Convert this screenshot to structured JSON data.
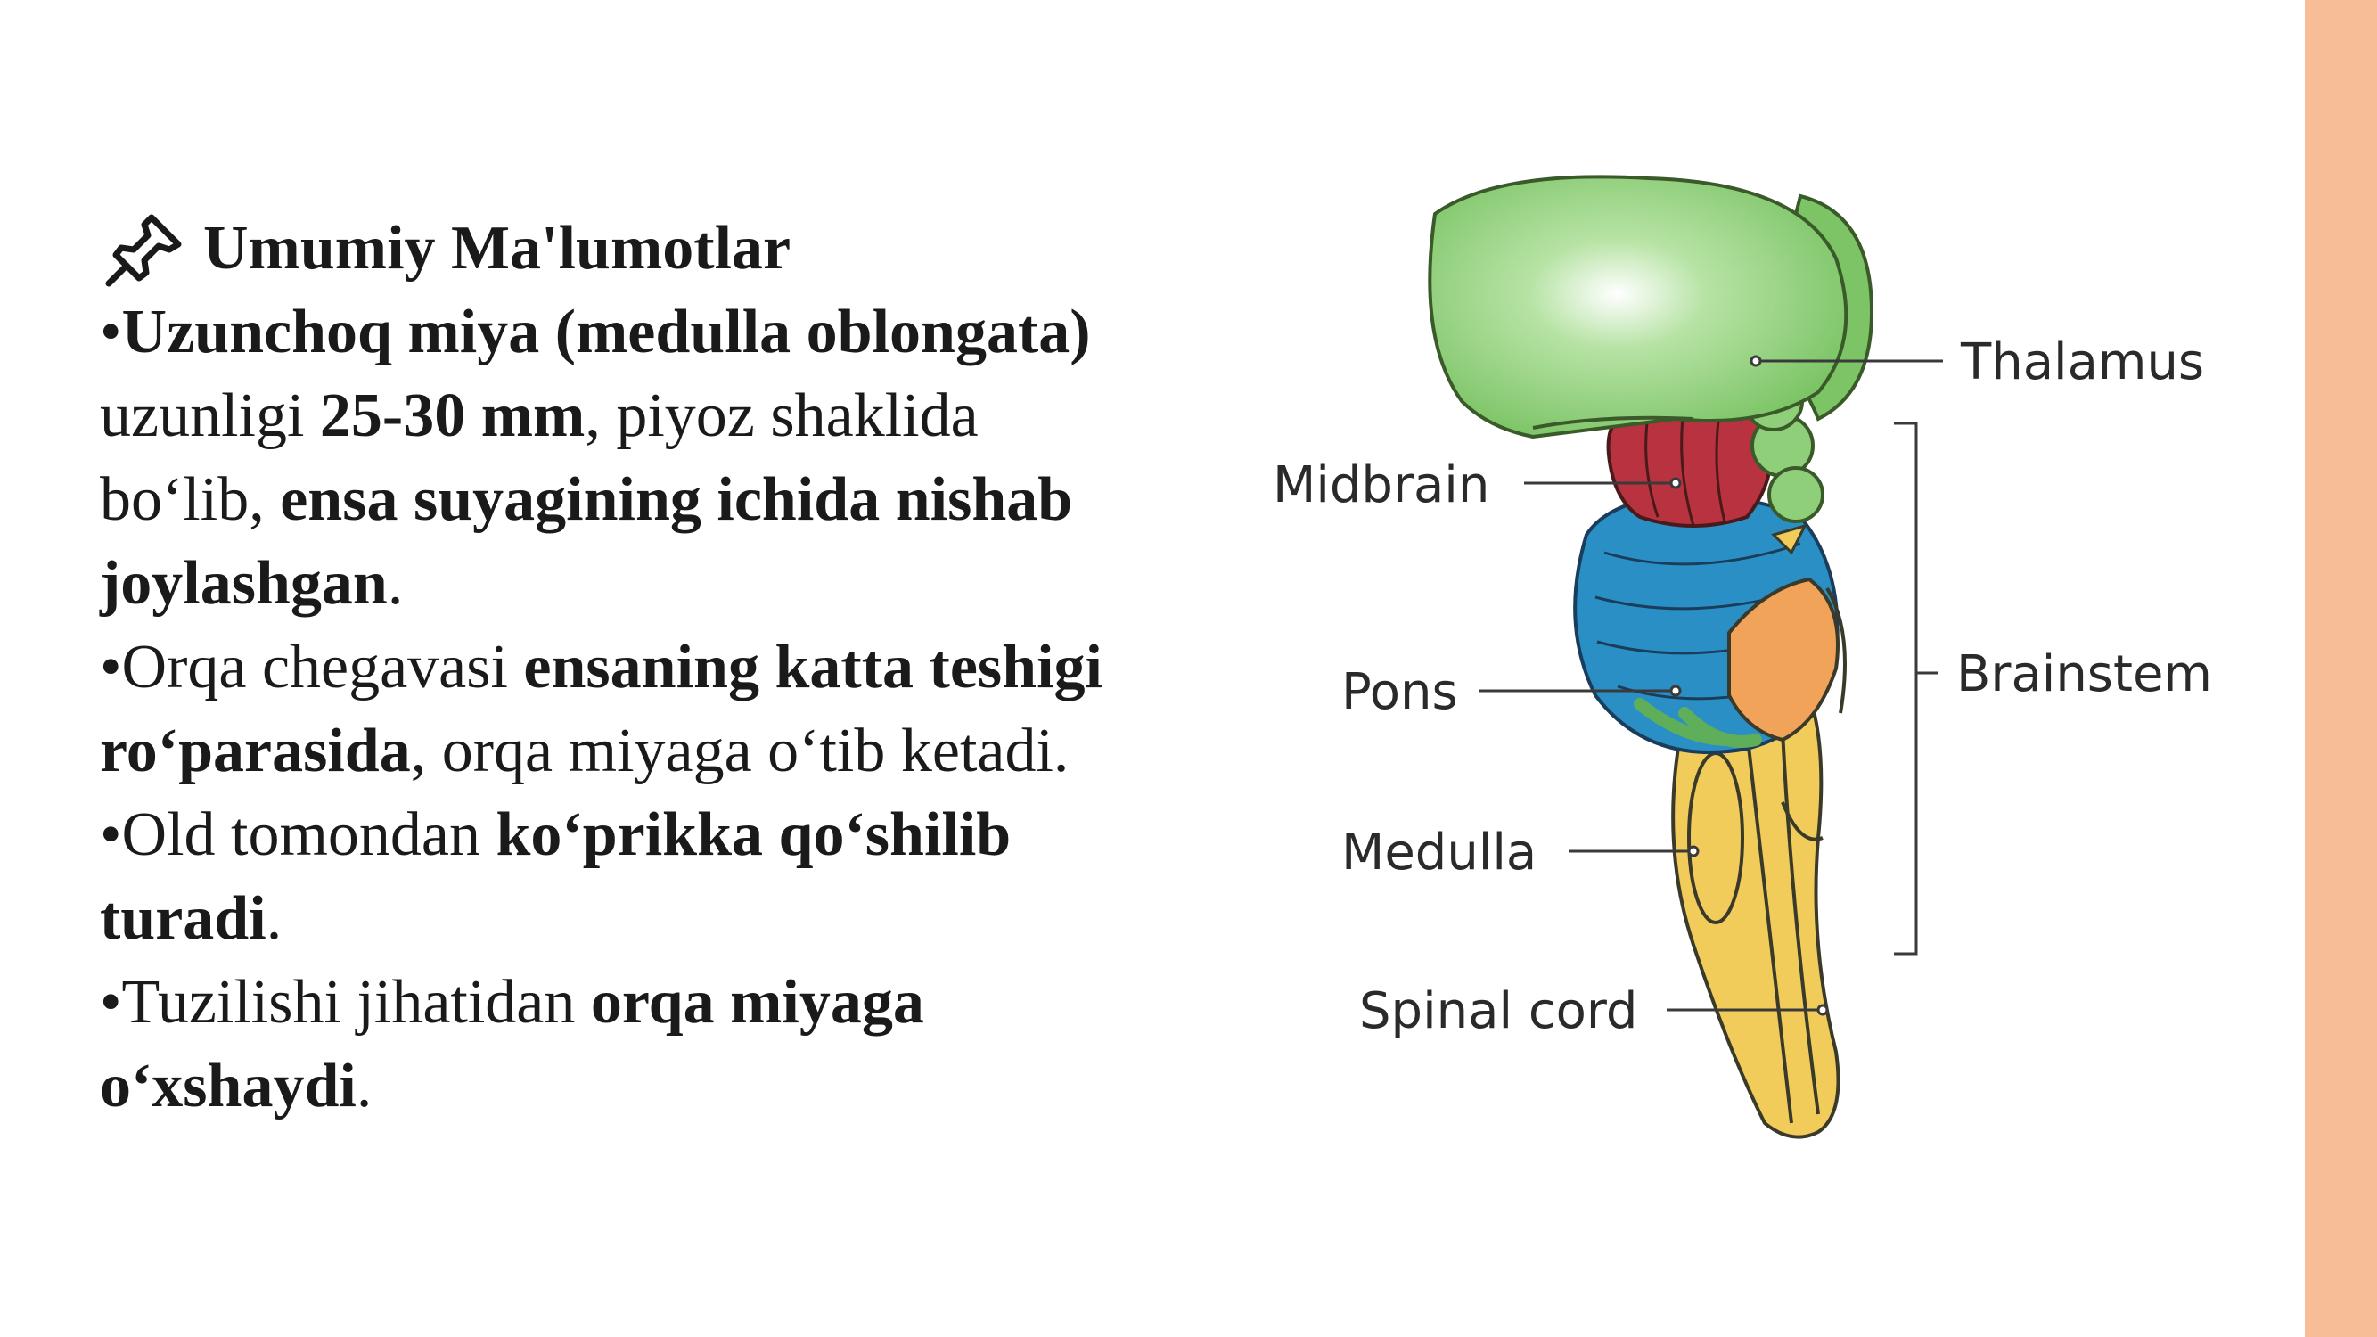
{
  "heading": {
    "icon": "pushpin-icon",
    "title": "Umumiy Ma'lumotlar"
  },
  "paragraph1": {
    "bullet": "•",
    "l1_bold": "Uzunchoq miya (medulla oblongata)",
    "l2_a": "uzunligi ",
    "l2_bold": "25-30 mm",
    "l2_b": ", piyoz shaklida",
    "l3_a": "bo‘lib, ",
    "l3_bold": "ensa suyagining ichida nishab",
    "l4_bold": "joylashgan",
    "l4_b": "."
  },
  "paragraph2": {
    "bullet": "•",
    "l1_a": "Orqa chegavasi ",
    "l1_bold": "ensaning katta teshigi",
    "l2_bold": "ro‘parasida",
    "l2_b": ", orqa miyaga o‘tib ketadi."
  },
  "paragraph3": {
    "bullet": "•",
    "l1_a": "Old tomondan ",
    "l1_bold": "ko‘prikka qo‘shilib",
    "l2_bold": "turadi",
    "l2_b": "."
  },
  "paragraph4": {
    "bullet": "•",
    "l1_a": "Tuzilishi jihatidan ",
    "l1_bold": "orqa miyaga",
    "l2_bold": "o‘xshaydi",
    "l2_b": "."
  },
  "diagram": {
    "labels": {
      "thalamus": "Thalamus",
      "midbrain": "Midbrain",
      "brainstem": "Brainstem",
      "pons": "Pons",
      "medulla": "Medulla",
      "spinal_cord": "Spinal cord"
    },
    "colors": {
      "thalamus": "#8fcf7a",
      "midbrain": "#b8333f",
      "pons": "#2a8fc4",
      "medulla": "#f2cc5a",
      "orange": "#f2a35a",
      "accent_bar": "#f6bd97"
    }
  }
}
